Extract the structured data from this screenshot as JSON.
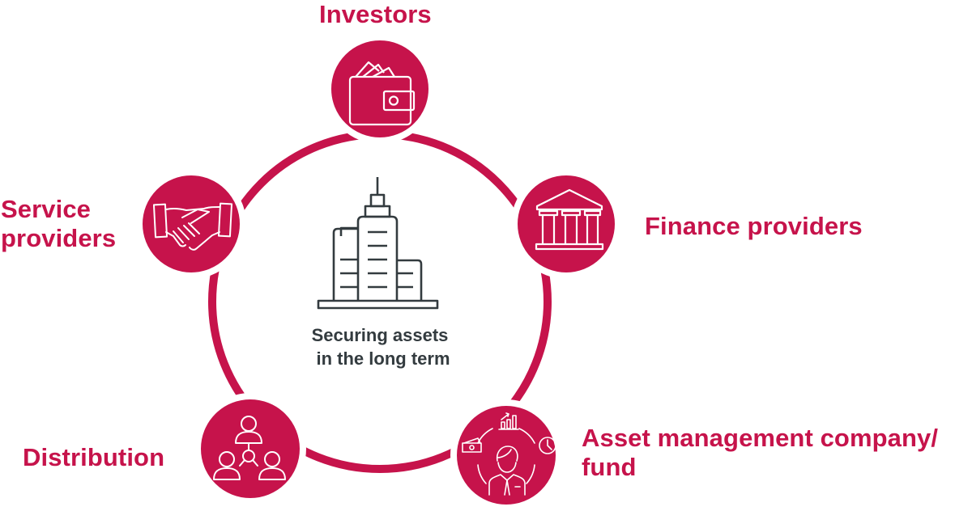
{
  "colors": {
    "accent": "#C6134B",
    "center_text": "#333B3F",
    "icon_stroke_on_accent": "#FFFFFF",
    "background": "#FFFFFF"
  },
  "center": {
    "icon": "city-buildings-icon",
    "line1": "Securing assets",
    "line2": "in the long term"
  },
  "nodes": [
    {
      "id": "investors",
      "label": "Investors",
      "icon": "wallet-icon"
    },
    {
      "id": "finance-providers",
      "label": "Finance providers",
      "icon": "bank-building-icon"
    },
    {
      "id": "asset-management",
      "label_line1": "Asset management company/",
      "label_line2": "fund",
      "icon": "fund-manager-icon"
    },
    {
      "id": "distribution",
      "label": "Distribution",
      "icon": "distribution-network-icon"
    },
    {
      "id": "service-providers",
      "label_line1": "Service",
      "label_line2": "providers",
      "icon": "handshake-icon"
    }
  ]
}
